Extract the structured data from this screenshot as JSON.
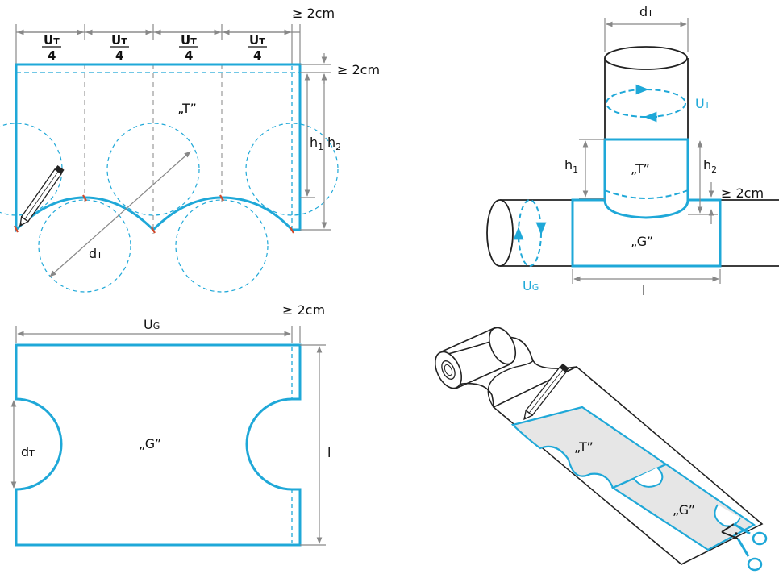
{
  "labels": {
    "quarter_U": "U",
    "quarter_T": "T",
    "quarter_denominator": "4",
    "ge_2cm": "≥ 2cm",
    "T_label": "„T”",
    "G_label": "„G”",
    "h1": "h",
    "h1_sub": "1",
    "h2": "h",
    "h2_sub": "2",
    "dT": "d",
    "dT_sub": "T",
    "UT": "U",
    "UT_sub": "T",
    "UG": "U",
    "UG_sub": "G",
    "l": "l"
  },
  "colors": {
    "accent": "#1fa8d8",
    "line": "#222222",
    "dim": "#888888",
    "guide": "#999999",
    "fill_gray": "#e6e6e6",
    "mark": "#d2492b"
  },
  "icons": [
    "pencil-icon",
    "scissors-icon",
    "tape-roll-icon"
  ]
}
